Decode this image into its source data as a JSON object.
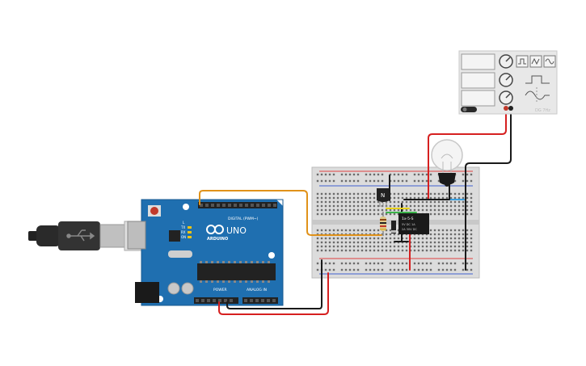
{
  "arduino": {
    "brand": "ARDUINO",
    "model": "UNO",
    "digital_label": "DIGITAL (PWM~)",
    "power_label": "POWER",
    "analog_label": "ANALOG IN",
    "on_label": "ON",
    "tx_label": "TX",
    "rx_label": "RX",
    "l_label": "L"
  },
  "relay": {
    "line1": "1x-5-S",
    "line2": "5V DC 1A",
    "line3": "2A 30V DC"
  },
  "transistor": {
    "label": "N"
  },
  "function_generator": {
    "model": "DG 7Hz"
  },
  "colors": {
    "board": "#1f6fb0",
    "wire_orange": "#e0921a",
    "wire_red": "#d62020",
    "wire_black": "#1a1a1a",
    "breadboard": "#dcdcdc",
    "rail_red": "#e04040",
    "rail_blue": "#4060d0",
    "accent_blue": "#3aa0e0"
  }
}
